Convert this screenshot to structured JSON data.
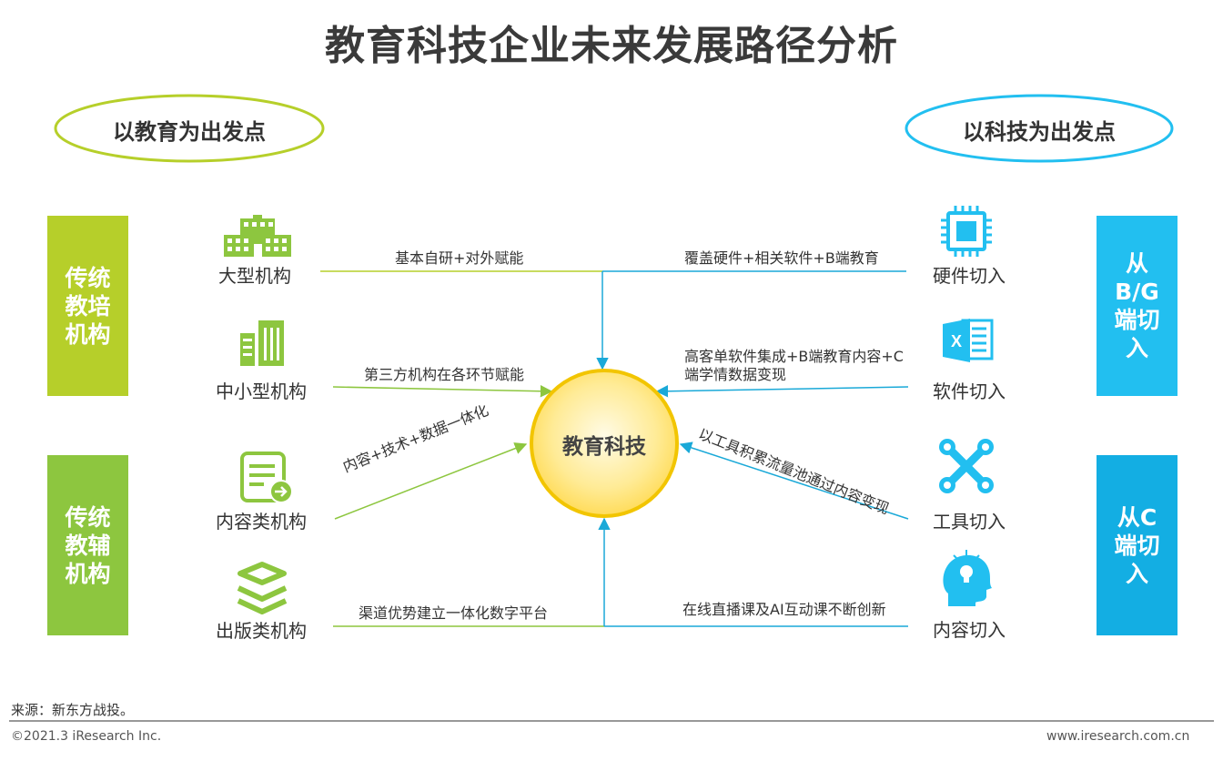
{
  "title": "教育科技企业未来发展路径分析",
  "left_header": "以教育为出发点",
  "right_header": "以科技为出发点",
  "center": "教育科技",
  "left_groups": [
    {
      "label": "传统\n教培\n机构"
    },
    {
      "label": "传统\n教辅\n机构"
    }
  ],
  "right_groups": [
    {
      "label": "从\nB/G\n端切\n入"
    },
    {
      "label": "从C\n端切\n入"
    }
  ],
  "left_nodes": [
    {
      "label": "大型机构",
      "edge": "基本自研+对外赋能"
    },
    {
      "label": "中小型机构",
      "edge": "第三方机构在各环节赋能"
    },
    {
      "label": "内容类机构",
      "edge": "内容+技术+数据一体化"
    },
    {
      "label": "出版类机构",
      "edge": "渠道优势建立一体化数字平台"
    }
  ],
  "right_nodes": [
    {
      "label": "硬件切入",
      "edge": "覆盖硬件+相关软件+B端教育"
    },
    {
      "label": "软件切入",
      "edge": "高客单软件集成+B端教育内容+C端学情数据变现"
    },
    {
      "label": "工具切入",
      "edge": "以工具积累流量池通过内容变现"
    },
    {
      "label": "内容切入",
      "edge": "在线直播课及AI互动课不断创新"
    }
  ],
  "source": "来源：新东方战投。",
  "copyright": "©2021.3 iResearch Inc.",
  "website": "www.iresearch.com.cn",
  "colors": {
    "green_light": "#b6cf2a",
    "green_dark": "#8dc63f",
    "blue_light": "#22bff0",
    "blue_dark": "#13aee3",
    "center_fill": "#ffe27a",
    "center_stroke": "#f2c500",
    "right_arrow": "#1aa9d8"
  },
  "icons": [
    "building-icon",
    "office-tower-icon",
    "document-arrow-icon",
    "layers-icon",
    "chip-icon",
    "excel-icon",
    "wrench-icon",
    "head-bulb-icon"
  ]
}
